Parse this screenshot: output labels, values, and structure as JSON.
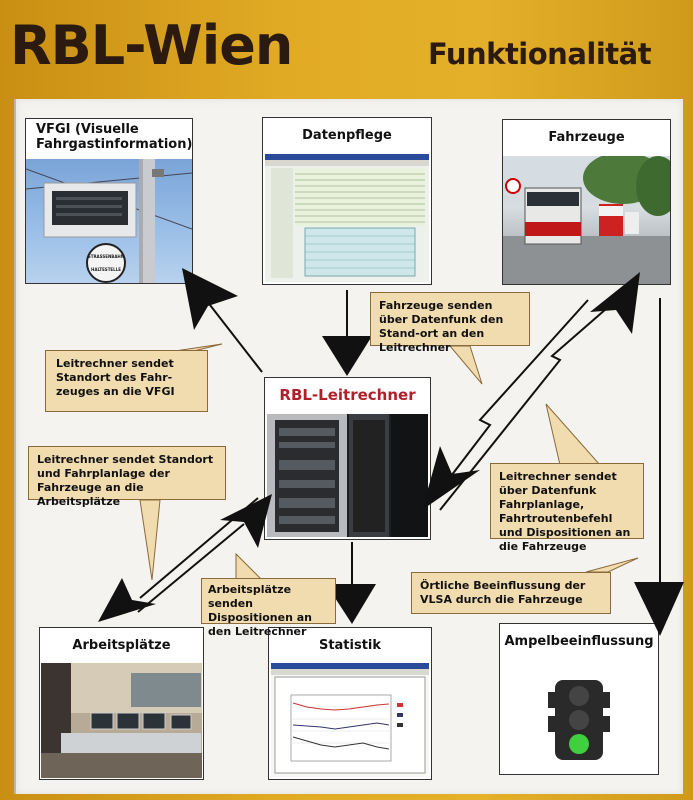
{
  "header": {
    "title": "RBL-Wien",
    "subtitle": "Funktionalität"
  },
  "boxes": {
    "vfgi": "VFGI (Visuelle Fahrgastinformation)",
    "datenpflege": "Datenpflege",
    "fahrzeuge": "Fahrzeuge",
    "leitrechner": "RBL-Leitrechner",
    "arbeitsplaetze": "Arbeitsplätze",
    "statistik": "Statistik",
    "ampel": "Ampelbeeinflussung"
  },
  "callouts": {
    "fahrzeuge_senden": "Fahrzeuge senden über Datenfunk den Stand-ort an den Leitrechner",
    "leitrechner_vfgi": "Leitrechner sendet Standort des Fahr-zeuges an die VFGI",
    "leitrechner_arbeitsplaetze": "Leitrechner sendet Standort und Fahrplanlage der Fahrzeuge an die Arbeitsplätze",
    "leitrechner_datenfunk": "Leitrechner sendet über Datenfunk Fahrplanlage, Fahrtroutenbefehl und Dispositionen an die Fahrzeuge",
    "arbeitsplaetze_senden": "Arbeitsplätze senden Dispositionen an den Leitrechner",
    "oertliche": "Örtliche Beeinflussung der VLSA durch die Fahrzeuge"
  },
  "sign": {
    "line1": "STRASSENBAHN",
    "line2": "HALTESTELLE"
  },
  "colors": {
    "frame": "#d9a21c",
    "leitrechner_title": "#b0202a",
    "callout": "#f1dcb0"
  }
}
